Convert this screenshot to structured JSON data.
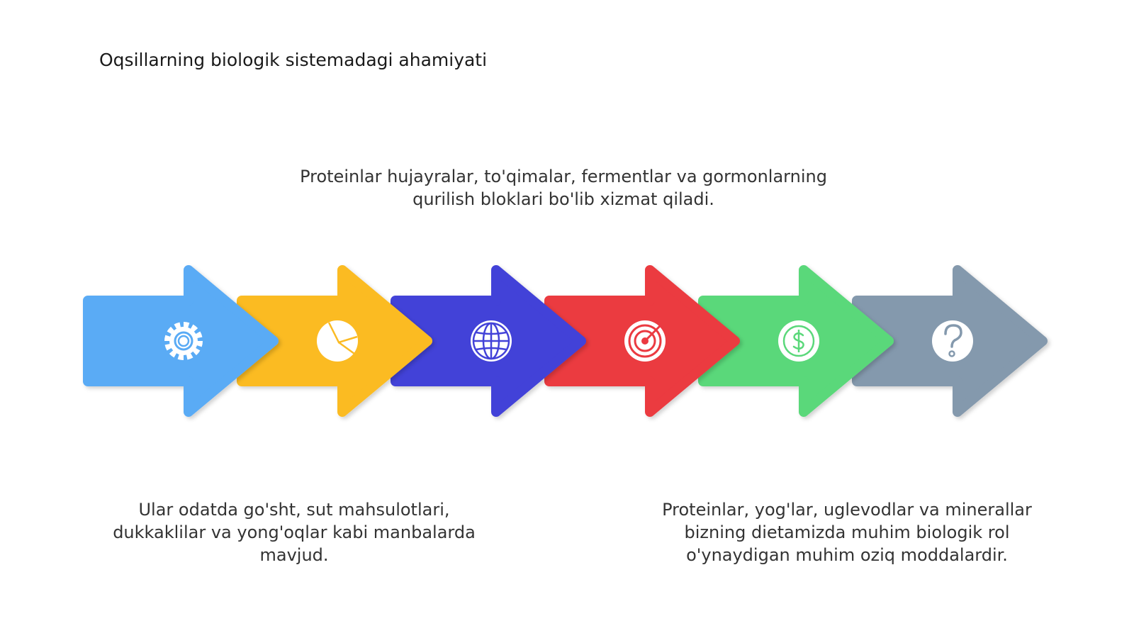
{
  "title": "Oqsillarning biologik sistemadagi ahamiyati",
  "texts": {
    "top": "Proteinlar hujayralar, to'qimalar, fermentlar va gormonlarning qurilish bloklari bo'lib xizmat qiladi.",
    "bottom_left": "Ular odatda go'sht, sut mahsulotlari, dukkaklilar va yong'oqlar kabi manbalarda mavjud.",
    "bottom_right": "Proteinlar, yog'lar, uglevodlar va minerallar bizning dietamizda muhim biologik rol o'ynaydigan muhim oziq moddalardir."
  },
  "arrows": [
    {
      "color": "#5aabf5",
      "icon": "gear-icon"
    },
    {
      "color": "#fbbb24",
      "icon": "pie-chart-icon"
    },
    {
      "color": "#4342d8",
      "icon": "globe-icon"
    },
    {
      "color": "#eb3a41",
      "icon": "target-icon"
    },
    {
      "color": "#5ad87a",
      "icon": "dollar-coin-icon"
    },
    {
      "color": "#8499ad",
      "icon": "question-icon"
    }
  ]
}
